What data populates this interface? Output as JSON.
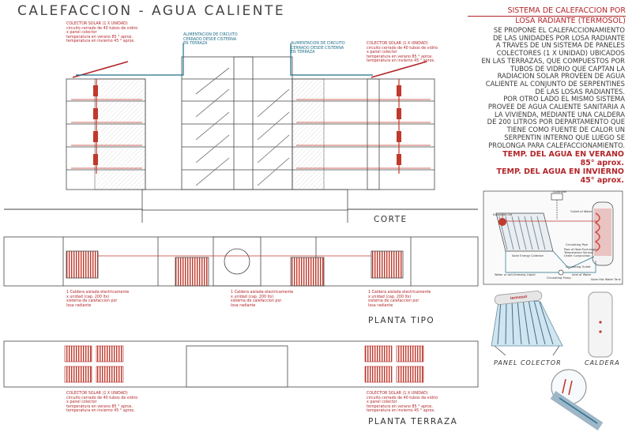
{
  "header": {
    "title": "CALEFACCION - AGUA CALIENTE"
  },
  "side_panel": {
    "title_line1": "SISTEMA DE CALEFACCION POR",
    "title_line2": "LOSA RADIANTE (TERMOSOL)",
    "body": [
      "SE PROPONE EL CALEFACCIONAMIENTO",
      "DE LAS UNIDADES POR LOSA RADIANTE",
      "A TRAVES DE UN SISTEMA DE PANELES",
      "COLECTORES (1 X UNIDAD) UBICADOS",
      "EN LAS TERRAZAS, QUE COMPUESTOS POR",
      "TUBOS DE VIDRIO QUE  CAPTAN LA",
      "RADIACION SOLAR PROVEEN DE AGUA",
      "CALIENTE AL CONJUNTO DE SERPENTINES",
      "DE LAS LOSAS RADIANTES.",
      "POR OTRO LADO EL MISMO SISTEMA",
      "PROVEE DE AGUA CALIENTE SANITARIA A",
      "LA VIVIENDA, MEDIANTE UNA CALDERA",
      "DE 200 LITROS POR DEPARTAMENTO QUE",
      "TIENE COMO FUENTE DE CALOR UN",
      "SERPENTIN INTERNO QUE LUEGO SE",
      "PROLONGA PARA CALEFACCIONAMIENTO."
    ],
    "temp_summer_label": "TEMP. DEL AGUA EN VERANO",
    "temp_summer_value": "85° aprox.",
    "temp_winter_label": "TEMP. DEL AGUA EN INVIERNO",
    "temp_winter_value": "45° aprox."
  },
  "section_labels": {
    "corte": "CORTE",
    "planta_tipo": "PLANTA TIPO",
    "planta_terraza": "PLANTA TERRAZA"
  },
  "captions": {
    "panel": "PANEL COLECTOR",
    "caldera": "CALDERA"
  },
  "notes": {
    "colector": [
      "COLECTOR SOLAR  (1 X UNIDAD)",
      "circuito cerrado de 40 tubos de vidrio",
      "x panel colector",
      "temperatura en verano 85 ° aprox.",
      "temperatura en invierno 45 ° aprox."
    ],
    "alimentacion": [
      "ALIMENTACION DE CIRCUITO",
      "CERRADO DESDE CISTERNA",
      "EN TERRAZA"
    ],
    "caldera": [
      "1 Caldera aislada electricamente",
      "x unidad (cap. 200 lts)",
      "sistema de calefaccion por",
      "losa radiante"
    ]
  },
  "schematic": {
    "controller": "Controller",
    "expansion": "Expansion kit",
    "outlet_water": "Outlet of Water",
    "solar_collector": "Solar Energy Collector",
    "circulating_pipe": "Circulating Pipe",
    "pipe_a": "Pipe of Heat Exchange",
    "pipe_b": "Temperature Sensor",
    "pipe_c": "Under Conjunction",
    "circ_outlet": "Circulating Outlet",
    "water_inlet": "Water or Anti-freezing Liquid",
    "pump": "Circulating Pump",
    "inlet_water": "Inlet of Water",
    "tank": "Solar Hot Water Tank"
  },
  "brand": "termosol",
  "colors": {
    "accent_red": "#b3262a",
    "pipe_blue": "#1f6f8b",
    "line": "#444444"
  }
}
